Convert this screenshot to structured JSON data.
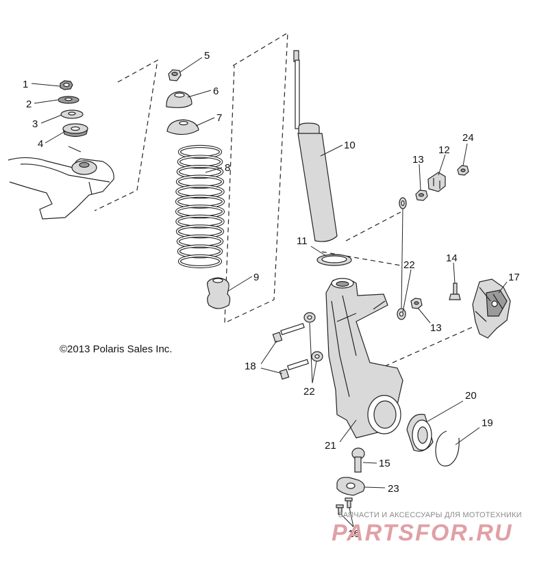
{
  "callouts": {
    "c1": "1",
    "c2": "2",
    "c3": "3",
    "c4": "4",
    "c5": "5",
    "c6": "6",
    "c7": "7",
    "c8": "8",
    "c9": "9",
    "c10": "10",
    "c11": "11",
    "c12": "12",
    "c13a": "13",
    "c13b": "13",
    "c14": "14",
    "c15": "15",
    "c16": "16",
    "c17": "17",
    "c18": "18",
    "c19": "19",
    "c20": "20",
    "c21": "21",
    "c22a": "22",
    "c22b": "22",
    "c23": "23",
    "c24": "24"
  },
  "copyright": "©2013 Polaris Sales Inc.",
  "watermark": {
    "tagline": "ЗАПЧАСТИ И АКСЕССУАРЫ ДЛЯ МОТОТЕХНИКИ",
    "brand": "PARTSFOR.RU"
  }
}
